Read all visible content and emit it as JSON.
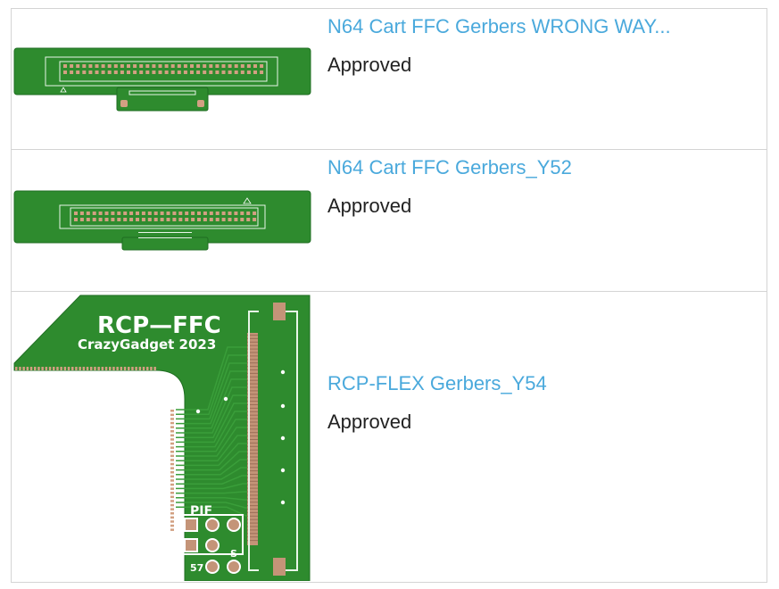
{
  "designs": [
    {
      "title": "N64 Cart FFC Gerbers WRONG WAY...",
      "status": "Approved"
    },
    {
      "title": "N64 Cart FFC Gerbers_Y52",
      "status": "Approved"
    },
    {
      "title": "RCP-FLEX Gerbers_Y54",
      "status": "Approved"
    }
  ],
  "board3": {
    "name": "RCP—FFC",
    "credit": "CrazyGadget 2023",
    "pif_label": "PIF",
    "pin_57": "57",
    "pin_s": "S"
  },
  "colors": {
    "link": "#4aa9dc",
    "pcb_green": "#2e8b2e",
    "pcb_edge": "#1f6e22",
    "silkscreen": "#ffffff",
    "copper_pad": "#d2a082"
  }
}
